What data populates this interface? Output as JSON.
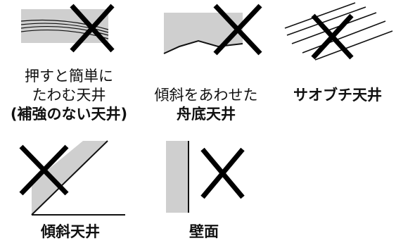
{
  "panels": [
    {
      "id": "p1",
      "caption_lines": [
        "押すと簡単に",
        "たわむ天井"
      ],
      "caption_bold": "(補強のない天井)"
    },
    {
      "id": "p2",
      "caption_lines": [
        "傾斜をあわせた"
      ],
      "caption_bold": "舟底天井"
    },
    {
      "id": "p3",
      "caption_lines": [],
      "caption_bold": "サオブチ天井"
    },
    {
      "id": "p4",
      "caption_lines": [],
      "caption_bold": "傾斜天井"
    },
    {
      "id": "p5",
      "caption_lines": [],
      "caption_bold": "壁面"
    }
  ],
  "colors": {
    "fill_gray": "#cfcfcf",
    "line": "#111111",
    "cross": "#000000"
  }
}
